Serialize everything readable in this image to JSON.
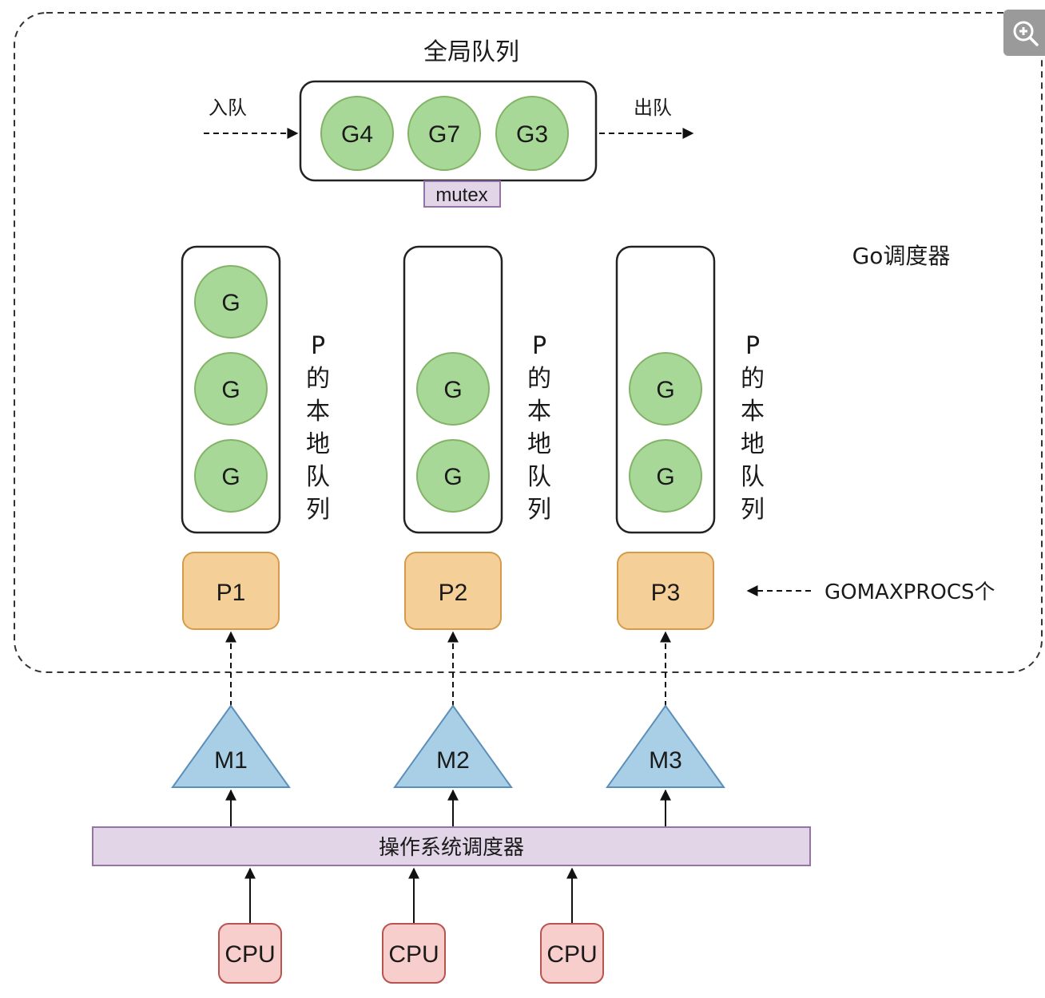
{
  "diagram": {
    "title": "Go调度器",
    "global_queue": {
      "title": "全局队列",
      "enqueue_label": "入队",
      "dequeue_label": "出队",
      "lock_label": "mutex",
      "goroutines": [
        "G4",
        "G7",
        "G3"
      ]
    },
    "processors": [
      {
        "label": "P1",
        "local_queue": [
          "G",
          "G",
          "G"
        ],
        "queue_label": [
          "P",
          "的",
          "本",
          "地",
          "队",
          "列"
        ],
        "machine": "M1"
      },
      {
        "label": "P2",
        "local_queue": [
          "G",
          "G"
        ],
        "queue_label": [
          "P",
          "的",
          "本",
          "地",
          "队",
          "列"
        ],
        "machine": "M2"
      },
      {
        "label": "P3",
        "local_queue": [
          "G",
          "G"
        ],
        "queue_label": [
          "P",
          "的",
          "本",
          "地",
          "队",
          "列"
        ],
        "machine": "M3"
      }
    ],
    "gomaxprocs_label": "GOMAXPROCS个",
    "os_scheduler_label": "操作系统调度器",
    "cpus": [
      "CPU",
      "CPU",
      "CPU"
    ]
  },
  "colors": {
    "goroutine_fill": "#a8d897",
    "goroutine_stroke": "#82b366",
    "processor_fill": "#f5cf98",
    "processor_stroke": "#d69b4a",
    "machine_fill": "#a9cfe6",
    "machine_stroke": "#5b8fb9",
    "mutex_fill": "#e1d5e7",
    "mutex_stroke": "#9673a6",
    "os_fill": "#e1d5e7",
    "os_stroke": "#9673a6",
    "cpu_fill": "#f8cecc",
    "cpu_stroke": "#b85450"
  },
  "toolbar": {
    "zoom_icon": "zoom-in-icon"
  }
}
